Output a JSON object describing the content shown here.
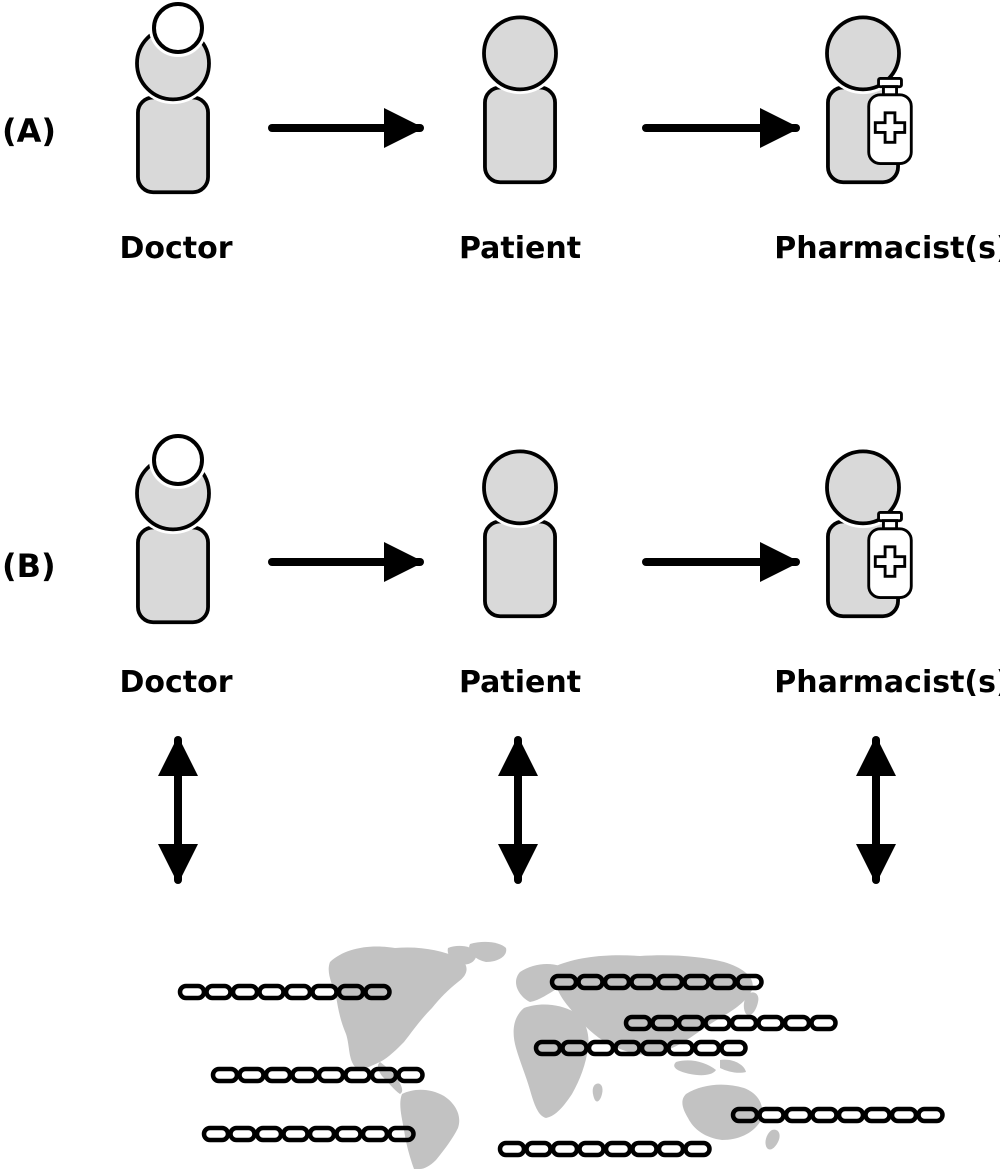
{
  "panels": [
    {
      "label": "(A)",
      "actors": [
        {
          "name": "Doctor",
          "role": "doctor"
        },
        {
          "name": "Patient",
          "role": "patient"
        },
        {
          "name": "Pharmacist(s)",
          "role": "pharmacist"
        }
      ]
    },
    {
      "label": "(B)",
      "actors": [
        {
          "name": "Doctor",
          "role": "doctor"
        },
        {
          "name": "Patient",
          "role": "patient"
        },
        {
          "name": "Pharmacist(s)",
          "role": "pharmacist"
        }
      ]
    }
  ],
  "flows": [
    {
      "panel": 0,
      "from": "Doctor",
      "to": "Patient",
      "direction": "one-way"
    },
    {
      "panel": 0,
      "from": "Patient",
      "to": "Pharmacist(s)",
      "direction": "one-way"
    },
    {
      "panel": 1,
      "from": "Doctor",
      "to": "Patient",
      "direction": "one-way"
    },
    {
      "panel": 1,
      "from": "Patient",
      "to": "Pharmacist(s)",
      "direction": "one-way"
    },
    {
      "panel": 1,
      "from": "Doctor",
      "to": "blockchain-network",
      "direction": "two-way"
    },
    {
      "panel": 1,
      "from": "Patient",
      "to": "blockchain-network",
      "direction": "two-way"
    },
    {
      "panel": 1,
      "from": "Pharmacist(s)",
      "to": "blockchain-network",
      "direction": "two-way"
    }
  ],
  "network": {
    "background": "world-map",
    "chain_icon": "chain-link-icon",
    "chain_count": 8,
    "links_per_chain": 8
  },
  "colors": {
    "figure_fill": "#d9d9d9",
    "outline": "#000000",
    "map_fill": "#c2c2c2",
    "bottle_fill": "#ffffff"
  }
}
